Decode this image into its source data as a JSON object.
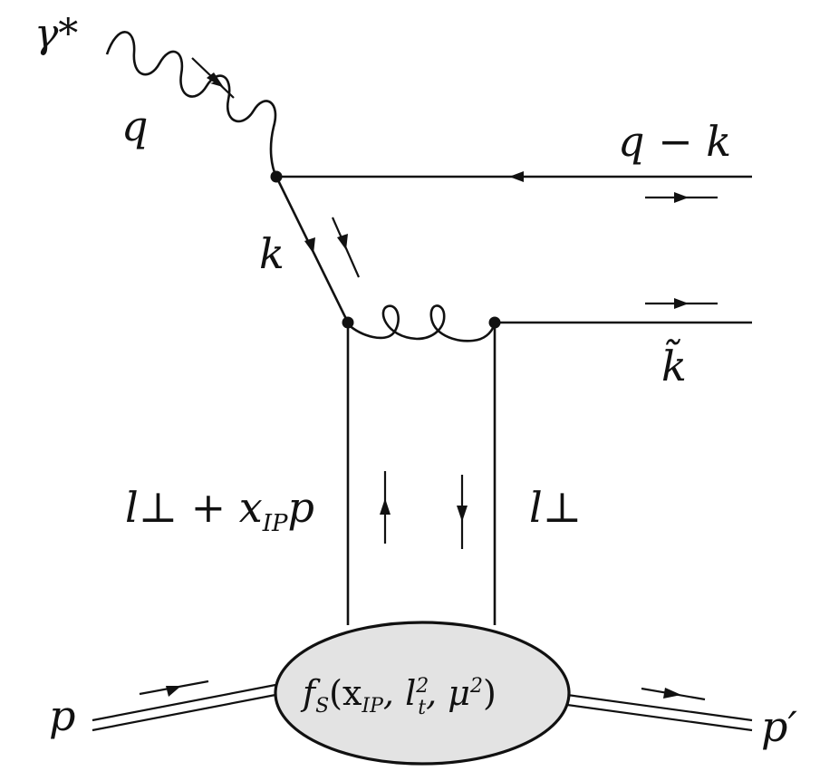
{
  "labels": {
    "photon_star": "γ*",
    "photon_momentum": "q",
    "quark_top": "q − k",
    "quark_k": "k",
    "gluon_out": "k̃",
    "left_rail": "l⊥ + x",
    "left_rail_sub": "IP",
    "left_rail_p": "p",
    "right_rail": "l⊥",
    "proton_in": "p",
    "proton_out": "p′",
    "blob_f": "f",
    "blob_f_sub": "S",
    "blob_args_open": "(x",
    "blob_args_sub": "IP",
    "blob_args_mid": ", l",
    "blob_lt_sup": "2",
    "blob_lt_sub": "t",
    "blob_args_mu": ", μ",
    "blob_mu_sup": "2",
    "blob_args_close": ")"
  },
  "colors": {
    "ink": "#111111",
    "blob_fill": "#e3e3e3",
    "background": "#ffffff"
  }
}
